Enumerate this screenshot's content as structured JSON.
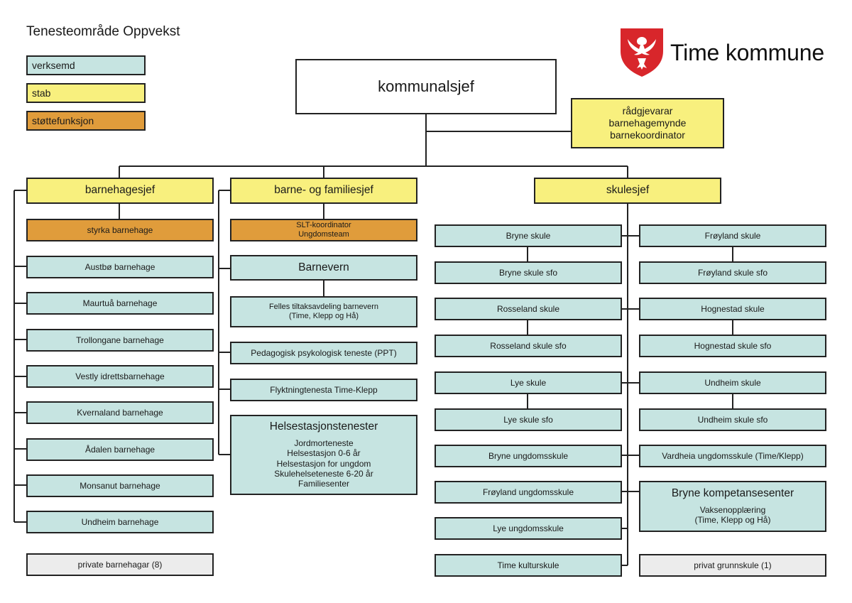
{
  "header": {
    "title": "Tenesteområde Oppvekst",
    "brand": "Time kommune",
    "logo": "time-kommune-coat-of-arms-icon"
  },
  "legend": [
    {
      "label": "verksemd",
      "color": "#c6e4e1"
    },
    {
      "label": "stab",
      "color": "#f8f07e"
    },
    {
      "label": "støttefunksjon",
      "color": "#e09c3b"
    }
  ],
  "top": {
    "chief": "kommunalsjef",
    "staff": [
      "rådgjevarar",
      "barnehagemynde",
      "barnekoordinator"
    ]
  },
  "kindergarten": {
    "head": "barnehagesjef",
    "support": "styrka barnehage",
    "units": [
      "Austbø barnehage",
      "Maurtuå barnehage",
      "Trollongane barnehage",
      "Vestly idrettsbarnehage",
      "Kvernaland barnehage",
      "Ådalen barnehage",
      "Monsanut barnehage",
      "Undheim barnehage"
    ],
    "private": "private barnehagar (8)"
  },
  "family": {
    "head": "barne- og familiesjef",
    "support": [
      "SLT-koordinator",
      "Ungdomsteam"
    ],
    "barnevern": "Barnevern",
    "felles": [
      "Felles tiltaksavdeling barnevern",
      "(Time, Klepp og Hå)"
    ],
    "ppt": "Pedagogisk psykologisk teneste (PPT)",
    "refugee": "Flyktningtenesta Time-Klepp",
    "health": {
      "title": "Helsestasjonstenester",
      "items": [
        "Jordmorteneste",
        "Helsestasjon 0-6 år",
        "Helsestasjon for ungdom",
        "Skulehelseteneste 6-20 år",
        "Familiesenter"
      ]
    }
  },
  "school": {
    "head": "skulesjef",
    "left": [
      "Bryne skule",
      "Bryne skule sfo",
      "Rosseland skule",
      "Rosseland skule sfo",
      "Lye skule",
      "Lye skule sfo",
      "Bryne ungdomsskule",
      "Frøyland ungdomsskule",
      "Lye ungdomsskule",
      "Time kulturskule"
    ],
    "right": [
      "Frøyland skule",
      "Frøyland skule sfo",
      "Hognestad skule",
      "Hognestad skule sfo",
      "Undheim skule",
      "Undheim skule sfo",
      "Vardheia ungdomsskule (Time/Klepp)"
    ],
    "competence": {
      "title": "Bryne kompetansesenter",
      "lines": [
        "Vaksenopplæring",
        "(Time, Klepp og Hå)"
      ]
    },
    "private": "privat grunnskule (1)"
  }
}
